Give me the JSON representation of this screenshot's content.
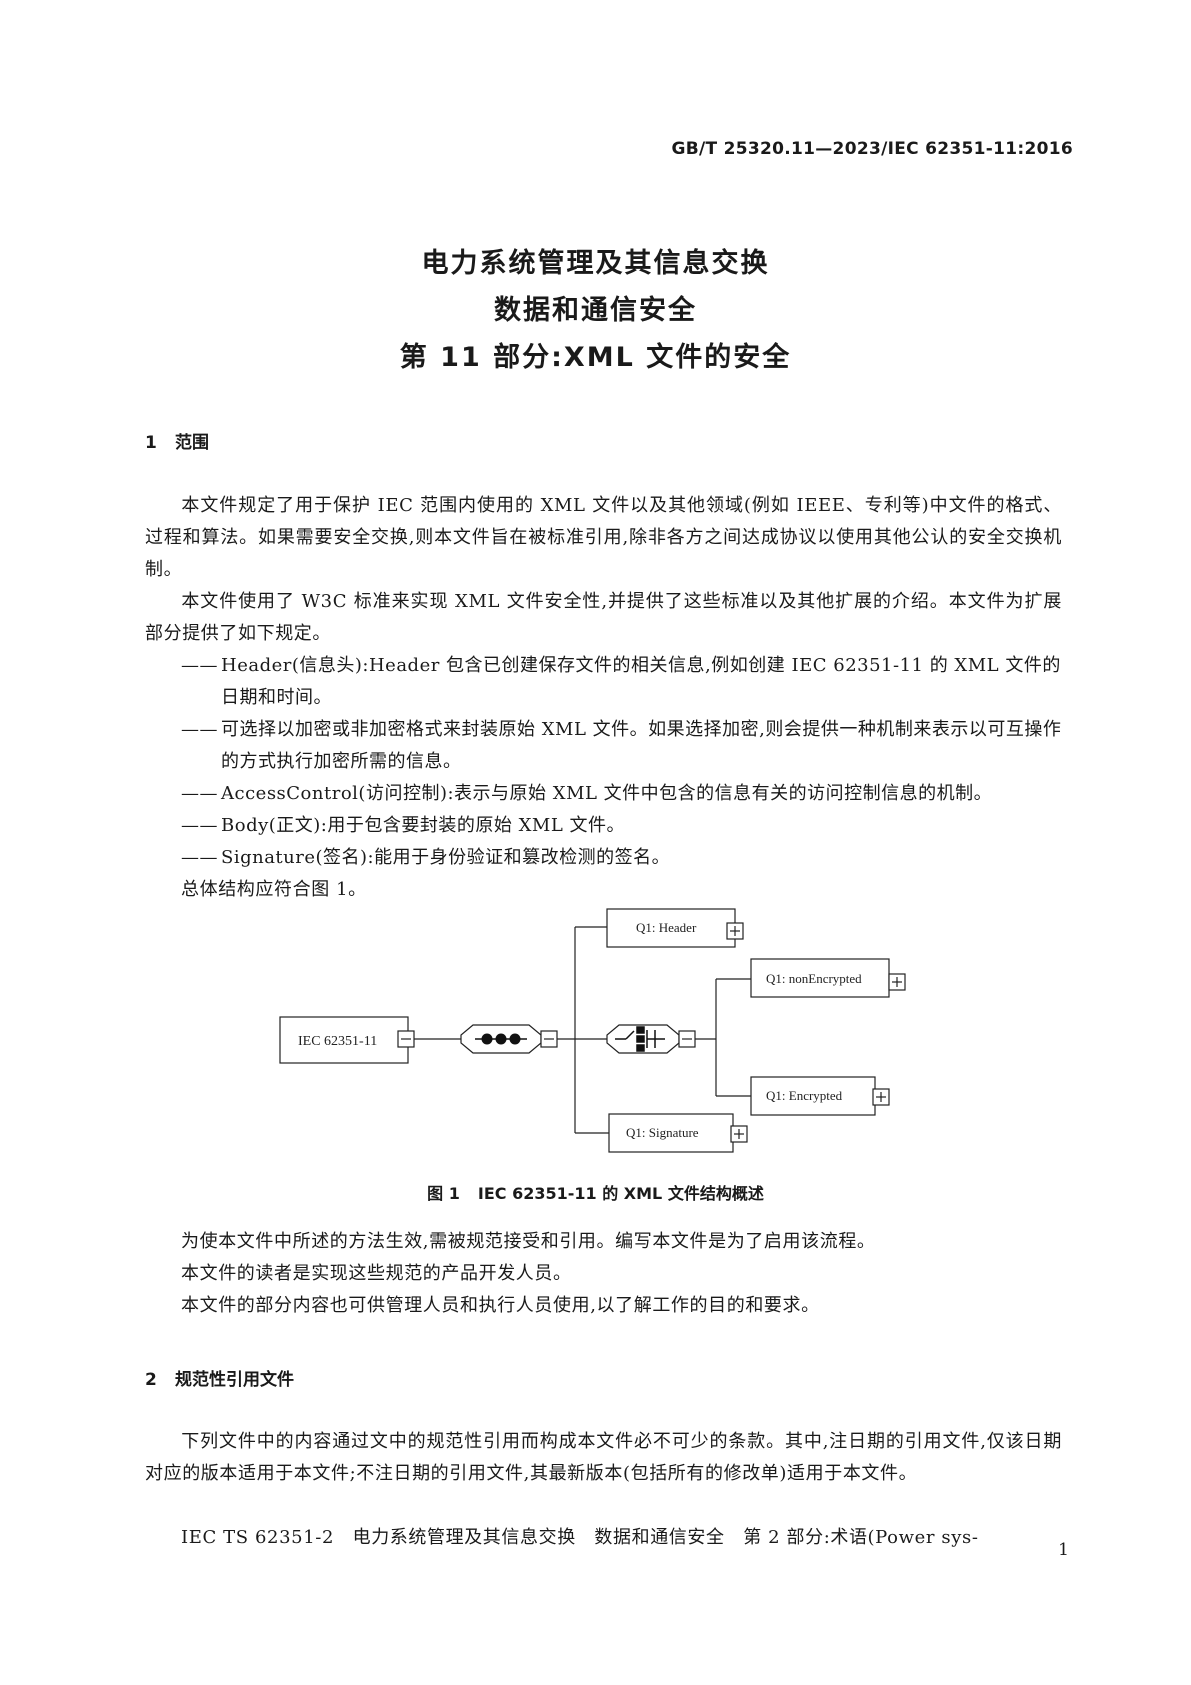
{
  "doc_code": "GB/T 25320.11—2023/IEC 62351-11:2016",
  "title": {
    "line1": "电力系统管理及其信息交换",
    "line2": "数据和通信安全",
    "line3": "第 11 部分:XML 文件的安全"
  },
  "section1": {
    "number": "1",
    "title": "范围",
    "para1": "本文件规定了用于保护 IEC 范围内使用的 XML 文件以及其他领域(例如 IEEE、专利等)中文件的格式、过程和算法。如果需要安全交换,则本文件旨在被标准引用,除非各方之间达成协议以使用其他公认的安全交换机制。",
    "para2": "本文件使用了 W3C 标准来实现 XML 文件安全性,并提供了这些标准以及其他扩展的介绍。本文件为扩展部分提供了如下规定。",
    "items": [
      "Header(信息头):Header 包含已创建保存文件的相关信息,例如创建 IEC 62351-11 的 XML 文件的日期和时间。",
      "可选择以加密或非加密格式来封装原始 XML 文件。如果选择加密,则会提供一种机制来表示以可互操作的方式执行加密所需的信息。",
      "AccessControl(访问控制):表示与原始 XML 文件中包含的信息有关的访问控制信息的机制。",
      "Body(正文):用于包含要封装的原始 XML 文件。",
      "Signature(签名):能用于身份验证和篡改检测的签名。"
    ],
    "item_dash": "——",
    "para3": "总体结构应符合图 1。",
    "para4": "为使本文件中所述的方法生效,需被规范接受和引用。编写本文件是为了启用该流程。",
    "para5": "本文件的读者是实现这些规范的产品开发人员。",
    "para6": "本文件的部分内容也可供管理人员和执行人员使用,以了解工作的目的和要求。"
  },
  "figure": {
    "root": "IEC 62351-11",
    "header": "Q1: Header",
    "non_encrypted": "Q1: nonEncrypted",
    "encrypted": "Q1: Encrypted",
    "signature": "Q1: Signature",
    "caption_num": "图 1",
    "caption_text": "IEC 62351-11 的 XML 文件结构概述"
  },
  "section2": {
    "number": "2",
    "title": "规范性引用文件",
    "para1": "下列文件中的内容通过文中的规范性引用而构成本文件必不可少的条款。其中,注日期的引用文件,仅该日期对应的版本适用于本文件;不注日期的引用文件,其最新版本(包括所有的修改单)适用于本文件。",
    "ref1": "IEC TS 62351-2　电力系统管理及其信息交换　数据和通信安全　第 2 部分:术语(Power sys-"
  },
  "page_number": "1"
}
